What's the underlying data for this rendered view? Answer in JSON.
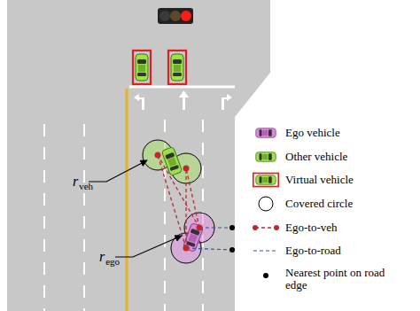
{
  "diagram": {
    "labels": [
      "r",
      "veh",
      "r",
      "ego"
    ],
    "legend": [
      {
        "text": "Ego vehicle"
      },
      {
        "text": "Other vehicle"
      },
      {
        "text": "Virtual vehicle"
      },
      {
        "text": "Covered circle"
      },
      {
        "text": "Ego-to-veh"
      },
      {
        "text": "Ego-to-road"
      },
      {
        "text": "Nearest point on road edge"
      }
    ]
  }
}
